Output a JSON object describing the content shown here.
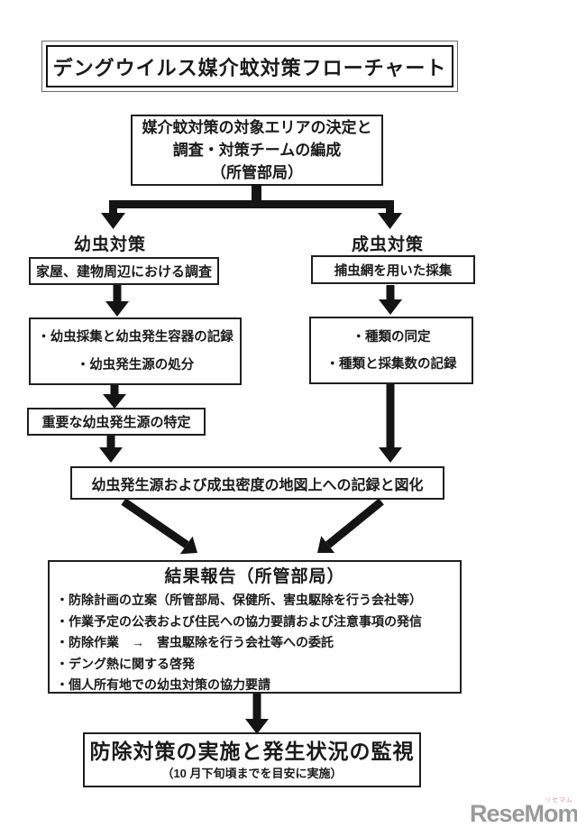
{
  "page": {
    "title": "デングウイルス媒介蚊対策フローチャート"
  },
  "flow": {
    "setup": {
      "lines": [
        "媒介蚊対策の対象エリアの決定と",
        "調査・対策チームの編成",
        "（所管部局）"
      ]
    },
    "larva": {
      "heading": "幼虫対策",
      "survey": "家屋、建物周辺における調査",
      "actions": [
        "・幼虫採集と幼虫発生容器の記録",
        "・幼虫発生源の処分"
      ],
      "identify": "重要な幼虫発生源の特定"
    },
    "adult": {
      "heading": "成虫対策",
      "collect": "捕虫網を用いた採集",
      "actions": [
        "・種類の同定",
        "・種類と採集数の記録"
      ]
    },
    "mapping": "幼虫発生源および成虫密度の地図上への記録と図化",
    "report": {
      "title": "結果報告（所管部局）",
      "items": [
        "・防除計画の立案（所管部局、保健所、害虫駆除を行う会社等）",
        "・作業予定の公表および住民への協力要請および注意事項の発信",
        "・防除作業　→　害虫駆除を行う会社等への委託",
        "・デング熱に関する啓発",
        "・個人所有地での幼虫対策の協力要請"
      ]
    },
    "final": {
      "title": "防除対策の実施と発生状況の監視",
      "subtitle": "（10 月下旬頃までを目安に実施）"
    }
  },
  "footer": {
    "logo": "ReseMom.",
    "logo_ruby": "リセマム",
    "logo_color": "#9a9a9a",
    "ruby_color": "#df93ab"
  },
  "colors": {
    "ink": "#1a1a1a",
    "border": "#1f1f1f",
    "background": "#ffffff"
  }
}
